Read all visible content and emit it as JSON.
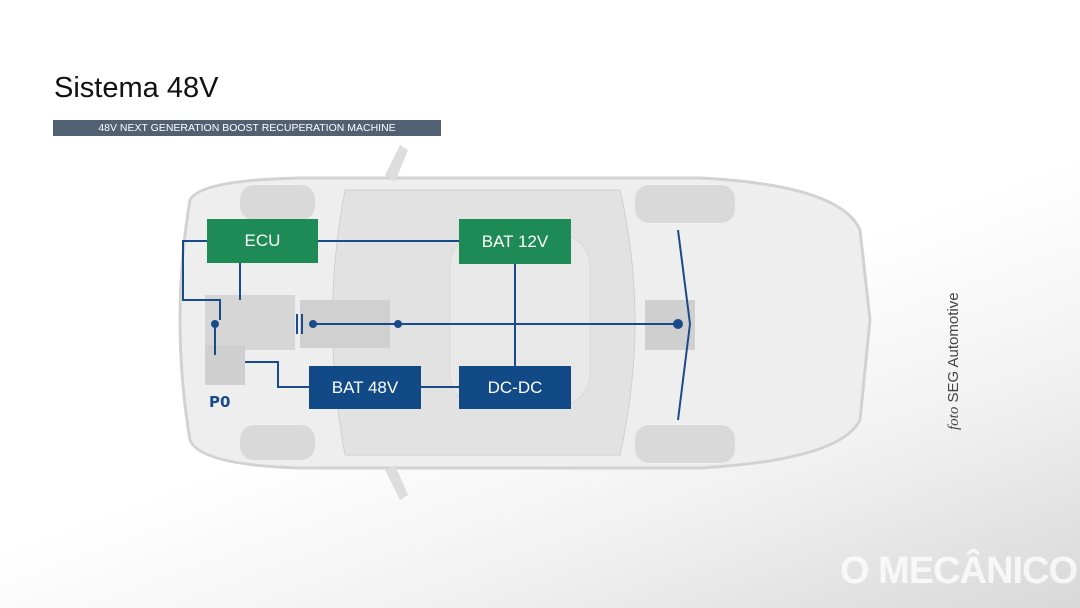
{
  "title": "Sistema 48V",
  "subtitle": "48V NEXT GENERATION BOOST RECUPERATION MACHINE",
  "components": {
    "ecu": "ECU",
    "bat12": "BAT 12V",
    "bat48": "BAT 48V",
    "dcdc": "DC-DC",
    "p0": "P0"
  },
  "credit": {
    "prefix": "foto",
    "name": "SEG Automotive"
  },
  "watermark": "O MECÂNICO",
  "colors": {
    "green": "#1e8a55",
    "blue": "#114a86",
    "banner": "#4f6173"
  }
}
